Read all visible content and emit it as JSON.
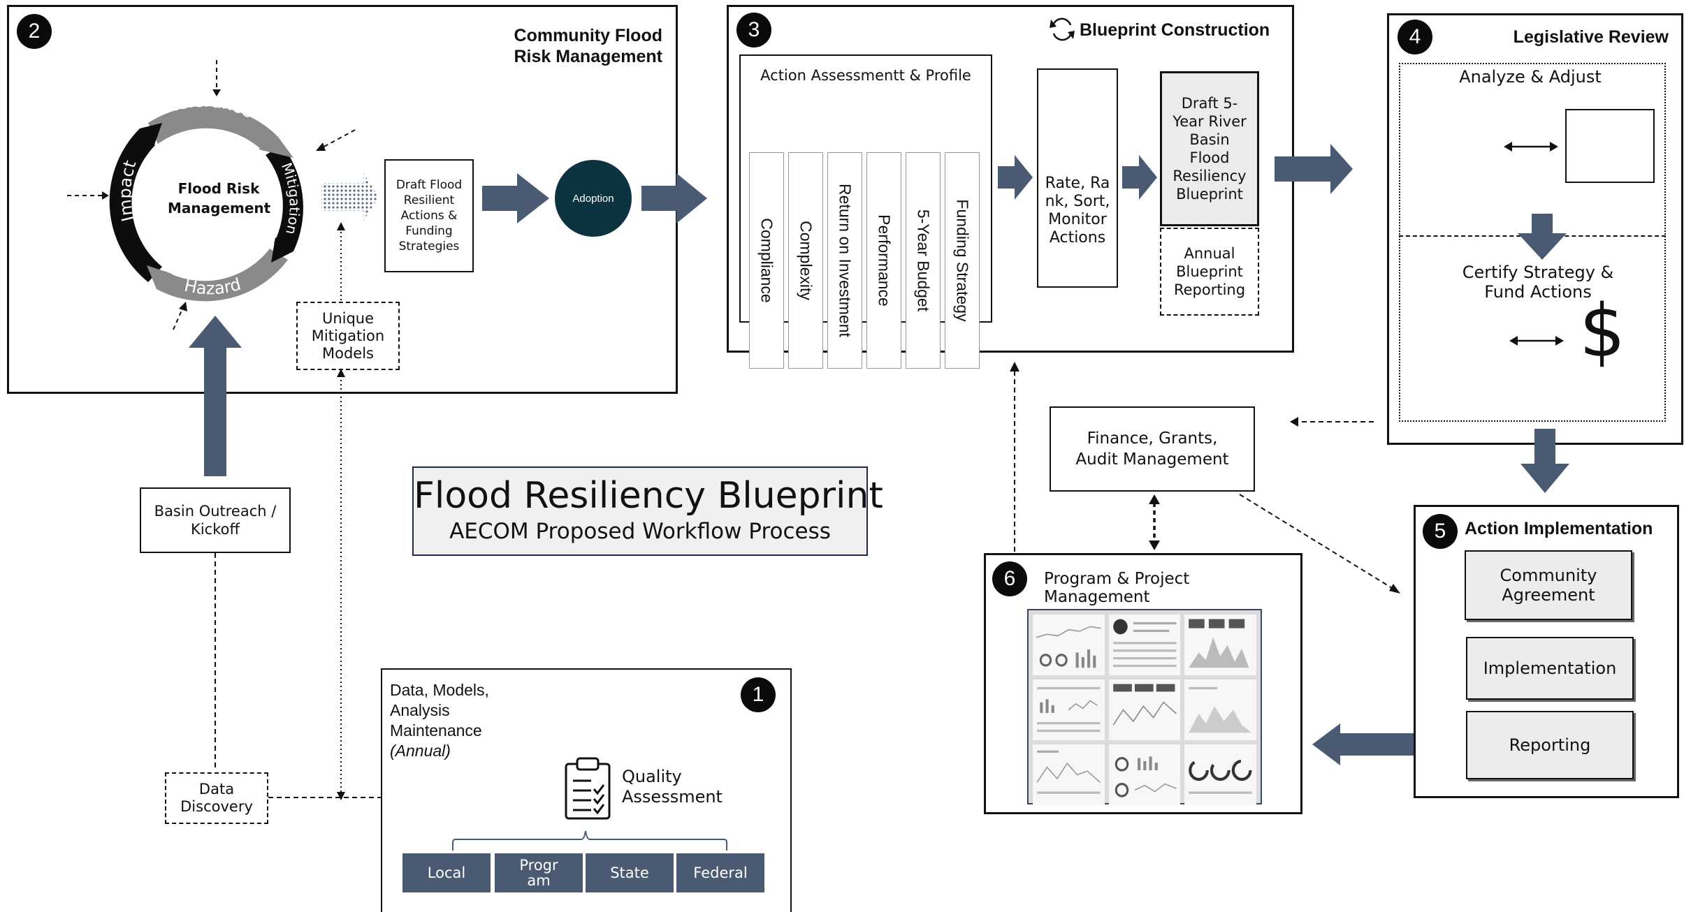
{
  "panel2": {
    "number": "2",
    "title": "Community Flood Risk Management"
  },
  "cycle": {
    "center": "Flood Risk Management",
    "segments": [
      "Tolerance",
      "Mitigation",
      "Hazard",
      "Impact"
    ]
  },
  "draft_actions": "Draft Flood Resilient Actions & Funding Strategies",
  "adoption": "Adoption",
  "unique_models": "Unique Mitigation Models",
  "panel3": {
    "number": "3",
    "title": "Blueprint Construction",
    "assessment_title": "Action Assessmentt & Profile",
    "columns": [
      "Compliance",
      "Complexity",
      "Return on Investment",
      "Performance",
      "5-Year Budget",
      "Funding Strategy"
    ],
    "rate_box": "Rate, Rank, Sort, Monitor Actions",
    "draft_blueprint": "Draft 5-Year River Basin Flood Resiliency Blueprint",
    "annual_reporting": "Annual Blueprint Reporting"
  },
  "panel4": {
    "number": "4",
    "title": "Legislative Review",
    "analyze": "Analyze & Adjust",
    "certify": "Certify Strategy & Fund Actions",
    "dollar": "$"
  },
  "finance": "Finance, Grants, Audit Management",
  "panel5": {
    "number": "5",
    "title": "Action Implementation",
    "items": [
      "Community Agreement",
      "Implementation",
      "Reporting"
    ]
  },
  "panel6": {
    "number": "6",
    "title": "Program & Project Management"
  },
  "center_title": {
    "main": "Flood Resiliency Blueprint",
    "sub": "AECOM Proposed Workflow Process"
  },
  "basin_outreach": "Basin Outreach / Kickoff",
  "data_discovery": "Data Discovery",
  "panel1": {
    "number": "1",
    "title_lines": [
      "Data, Models,",
      "Analysis",
      "Maintenance"
    ],
    "annual": "(Annual)",
    "quality": "Quality Assessment",
    "sources": [
      "Local",
      "Program",
      "State",
      "Federal"
    ]
  },
  "colors": {
    "accent": "#4b5a73",
    "adoption": "#0b3440",
    "cycle_dark": "#0d0d0d",
    "cycle_gray": "#8a8a8a"
  }
}
